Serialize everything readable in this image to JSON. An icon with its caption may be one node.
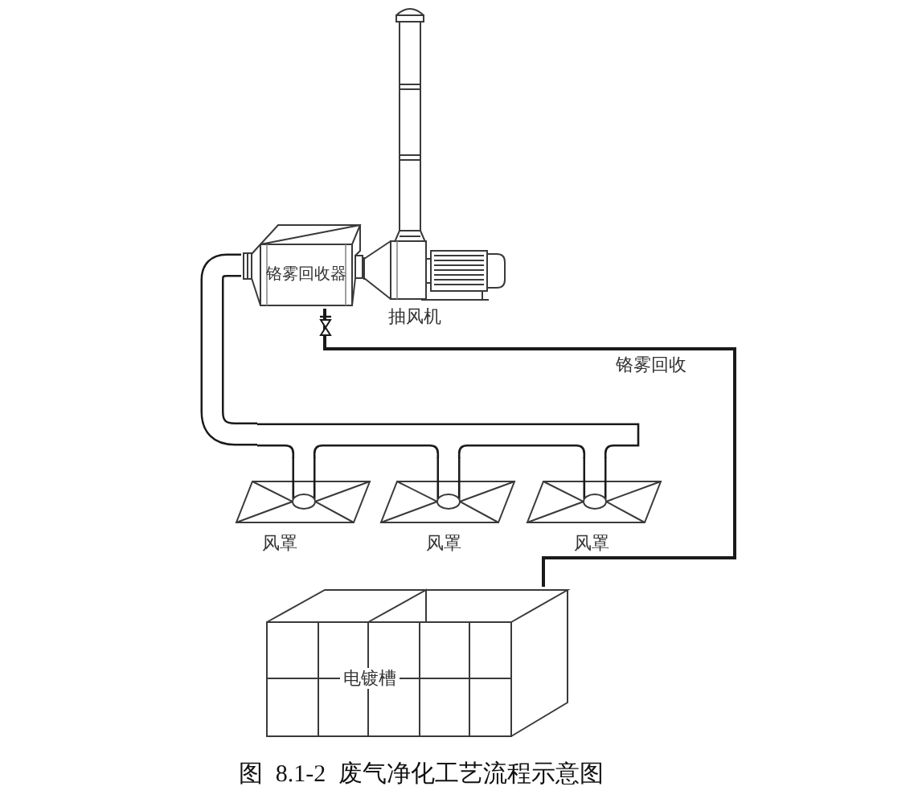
{
  "diagram": {
    "caption": "图 8.1-2 废气净化工艺流程示意图",
    "nodes": [
      {
        "text": [
          "铬雾回收器"
        ]
      },
      {
        "text": [
          "抽风机"
        ]
      },
      {
        "text": [],
        "shape": "bar"
      },
      {
        "text": [
          "风罩"
        ]
      },
      {
        "text": [
          "风罩"
        ]
      },
      {
        "text": [
          "风罩"
        ]
      },
      {
        "text": [
          "电镀槽"
        ]
      }
    ],
    "edges": [
      {
        "from": 3,
        "to": 2,
        "arrow": "none"
      },
      {
        "from": 4,
        "to": 2,
        "arrow": "none"
      },
      {
        "from": 5,
        "to": 2,
        "arrow": "none"
      },
      {
        "from": 2,
        "to": 0,
        "arrow": "none"
      },
      {
        "from": 0,
        "to": 6,
        "arrow": "none",
        "label": "铬雾回收"
      }
    ]
  }
}
